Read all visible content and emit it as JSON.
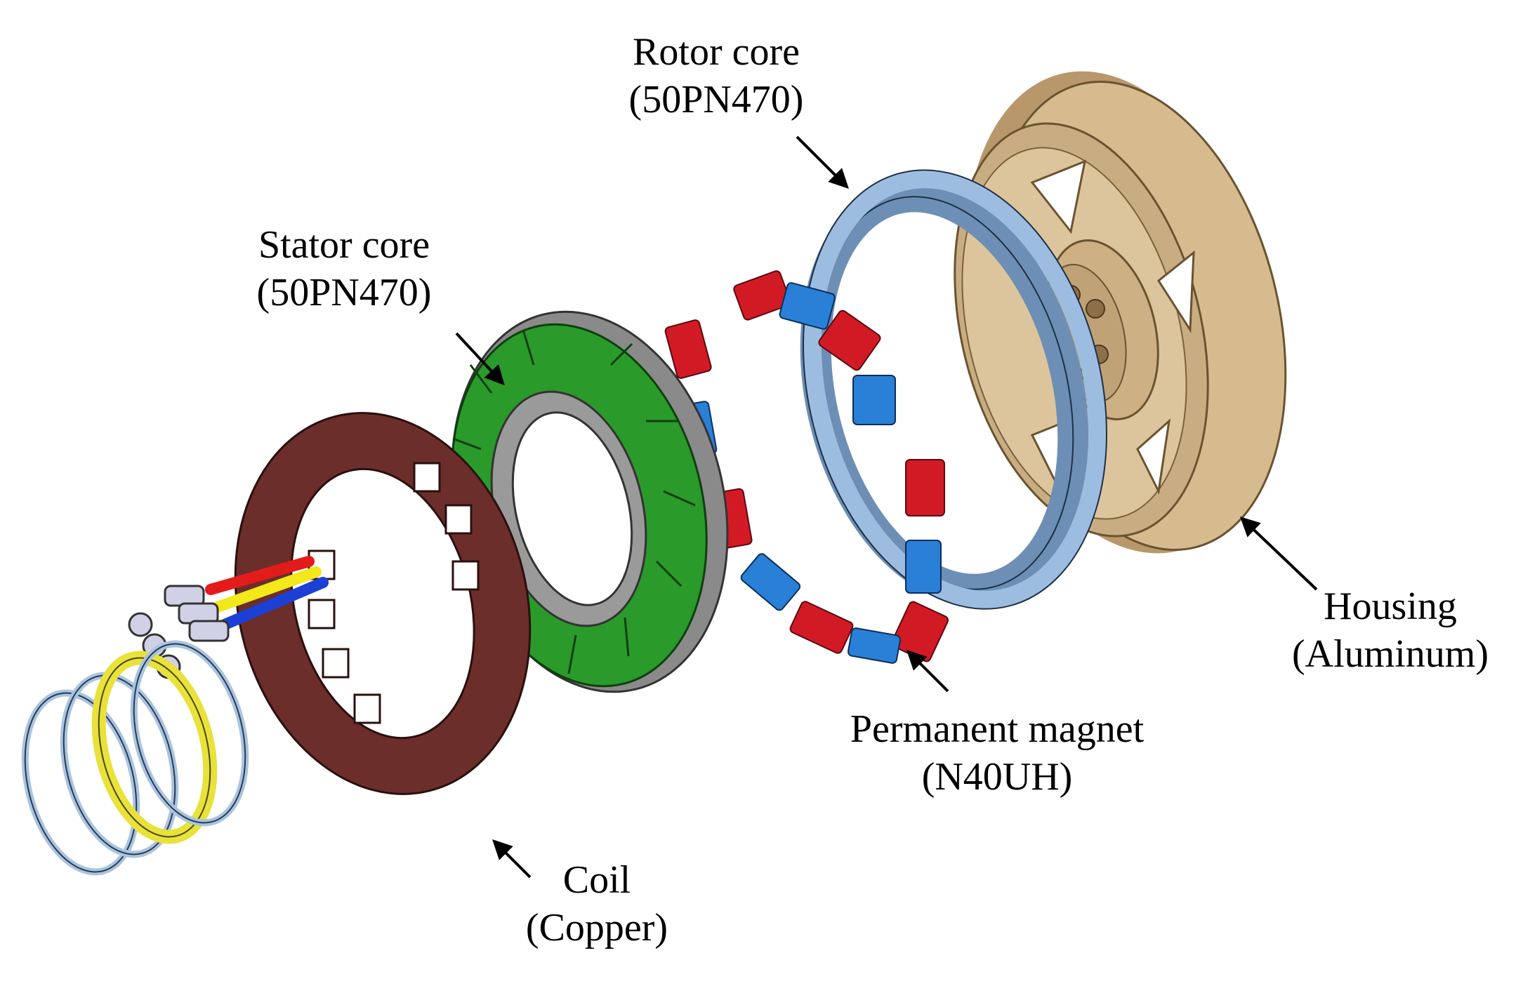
{
  "labels": {
    "rotor_core": {
      "name": "Rotor core",
      "material": "(50PN470)"
    },
    "stator_core": {
      "name": "Stator core",
      "material": "(50PN470)"
    },
    "housing": {
      "name": "Housing",
      "material": "(Aluminum)"
    },
    "permanent_magnet": {
      "name": "Permanent magnet",
      "material": "(N40UH)"
    },
    "coil": {
      "name": "Coil",
      "material": "(Copper)"
    }
  },
  "colors": {
    "housing": "#c9ad82",
    "rotor_core": "#8fb0d4",
    "magnet_red": "#d21a25",
    "magnet_blue": "#2a7fd6",
    "stator_core": "#1f8f1f",
    "stator_teeth": "#8a8a8a",
    "coil": "#6b2e2a",
    "bearing_ring": "#a9c4e0",
    "insulation_ring": "#e8e23a",
    "wire_red": "#e41b1b",
    "wire_yellow": "#f2e81a",
    "wire_blue": "#1c3fd6"
  },
  "icons": [
    "arrow-icon"
  ]
}
